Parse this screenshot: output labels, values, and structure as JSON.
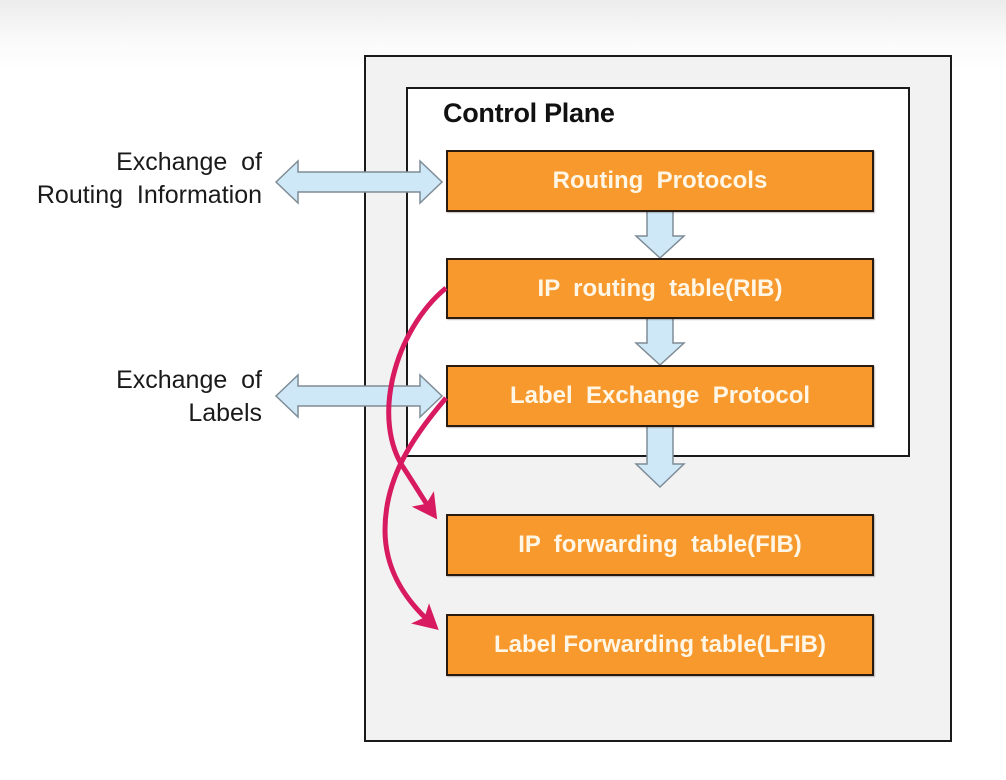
{
  "diagram": {
    "control_plane_title": "Control Plane",
    "boxes": [
      {
        "id": "routing-protocols",
        "label": "Routing  Protocols"
      },
      {
        "id": "ip-routing-table",
        "label": "IP  routing  table(RIB)"
      },
      {
        "id": "label-exchange-protocol",
        "label": "Label  Exchange  Protocol"
      },
      {
        "id": "ip-forwarding-table",
        "label": "IP  forwarding  table(FIB)"
      },
      {
        "id": "label-forwarding-table",
        "label": "Label Forwarding table(LFIB)"
      }
    ],
    "side_labels": [
      {
        "line1": "Exchange  of",
        "line2": "Routing  Information"
      },
      {
        "line1": "Exchange  of",
        "line2": "Labels"
      }
    ],
    "connections": [
      {
        "from": "routing-protocols",
        "to": "ip-routing-table",
        "type": "block-arrow"
      },
      {
        "from": "ip-routing-table",
        "to": "label-exchange-protocol",
        "type": "block-arrow"
      },
      {
        "from": "label-exchange-protocol",
        "to": "ip-forwarding-table",
        "type": "block-arrow"
      },
      {
        "from": "ip-routing-table",
        "to": "ip-forwarding-table",
        "type": "curved-arrow"
      },
      {
        "from": "label-exchange-protocol",
        "to": "label-forwarding-table",
        "type": "curved-arrow"
      },
      {
        "from": "external",
        "to": "routing-protocols",
        "type": "double-arrow"
      },
      {
        "from": "external",
        "to": "label-exchange-protocol",
        "type": "double-arrow"
      }
    ],
    "colors": {
      "box_fill": "#f7992d",
      "box_text": "#fff6e6",
      "block_arrow_fill": "#cfe8f8",
      "curve_arrow": "#d81b60"
    }
  }
}
